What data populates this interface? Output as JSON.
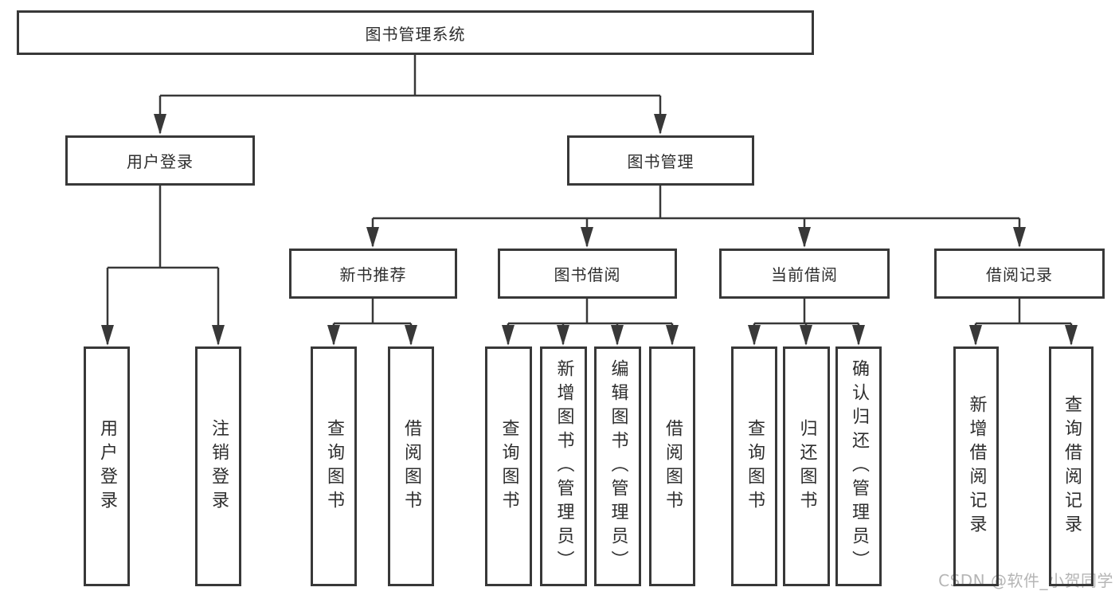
{
  "diagram": {
    "root": {
      "label": "图书管理系统"
    },
    "level2": [
      {
        "label": "用户登录"
      },
      {
        "label": "图书管理"
      }
    ],
    "level3": [
      {
        "label": "新书推荐"
      },
      {
        "label": "图书借阅"
      },
      {
        "label": "当前借阅"
      },
      {
        "label": "借阅记录"
      }
    ],
    "leaves": {
      "user_login": [
        "用户登录",
        "注销登录"
      ],
      "new_book_recommend": [
        "查询图书",
        "借阅图书"
      ],
      "book_borrow": [
        "查询图书",
        "新增图书（管理员）",
        "编辑图书（管理员）",
        "借阅图书"
      ],
      "current_borrow": [
        "查询图书",
        "归还图书",
        "确认归还（管理员）"
      ],
      "borrow_records": [
        "新增借阅记录",
        "查询借阅记录"
      ]
    }
  },
  "watermark": {
    "text": "CSDN @软件_小贺同学"
  },
  "colors": {
    "line": "#383838",
    "text": "#2e2e2e",
    "watermark": "#b5b5b5",
    "background": "#ffffff"
  }
}
